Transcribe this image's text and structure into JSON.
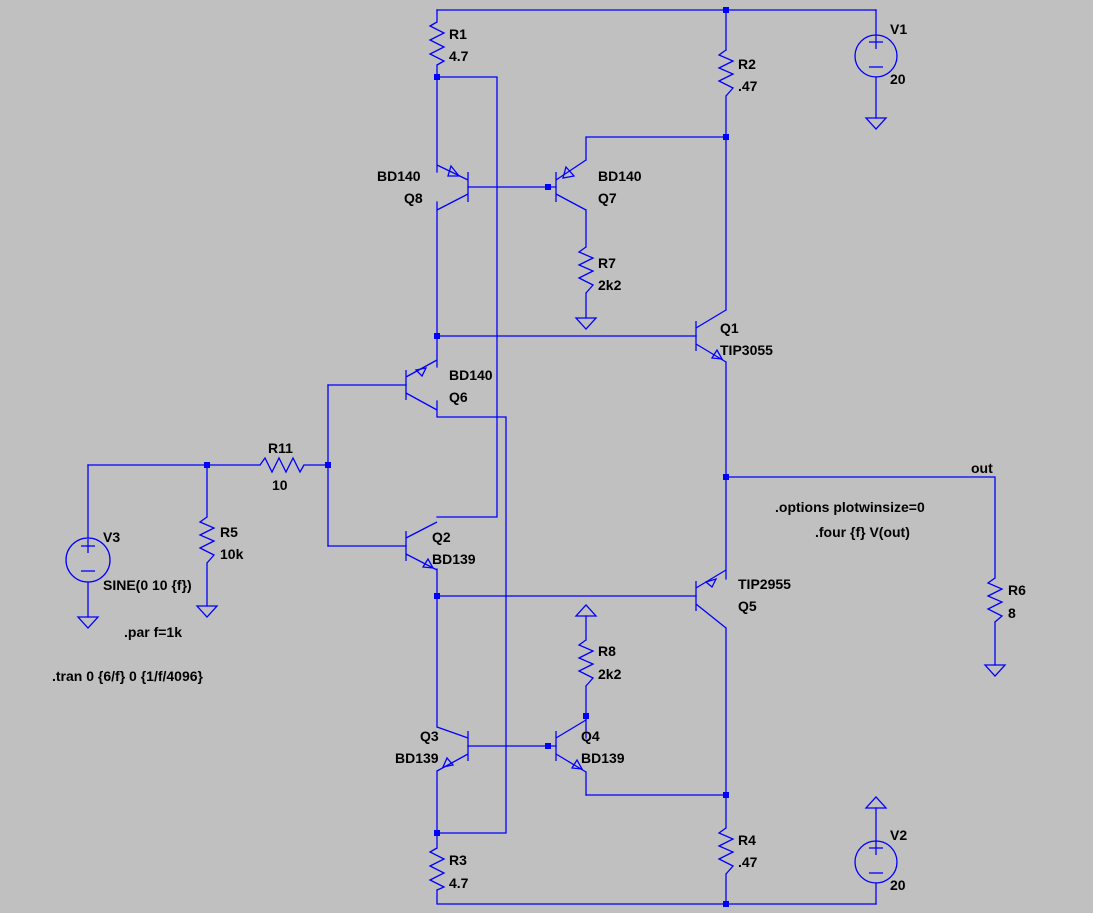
{
  "components": {
    "R1": {
      "ref": "R1",
      "value": "4.7"
    },
    "R2": {
      "ref": "R2",
      "value": ".47"
    },
    "R3": {
      "ref": "R3",
      "value": "4.7"
    },
    "R4": {
      "ref": "R4",
      "value": ".47"
    },
    "R5": {
      "ref": "R5",
      "value": "10k"
    },
    "R6": {
      "ref": "R6",
      "value": "8"
    },
    "R7": {
      "ref": "R7",
      "value": "2k2"
    },
    "R8": {
      "ref": "R8",
      "value": "2k2"
    },
    "R11": {
      "ref": "R11",
      "value": "10"
    },
    "V1": {
      "ref": "V1",
      "value": "20"
    },
    "V2": {
      "ref": "V2",
      "value": "20"
    },
    "V3": {
      "ref": "V3",
      "value": "SINE(0 10 {f})"
    },
    "Q1": {
      "ref": "Q1",
      "model": "TIP3055"
    },
    "Q2": {
      "ref": "Q2",
      "model": "BD139"
    },
    "Q3": {
      "ref": "Q3",
      "model": "BD139"
    },
    "Q4": {
      "ref": "Q4",
      "model": "BD139"
    },
    "Q5": {
      "ref": "Q5",
      "model": "TIP2955"
    },
    "Q6": {
      "ref": "Q6",
      "model": "BD140"
    },
    "Q7": {
      "ref": "Q7",
      "model": "BD140"
    },
    "Q8": {
      "ref": "Q8",
      "model": "BD140"
    }
  },
  "net_labels": {
    "out": "out"
  },
  "directives": {
    "param": ".par f=1k",
    "tran": ".tran 0 {6/f} 0 {1/f/4096}",
    "options": ".options plotwinsize=0",
    "four": ".four {f} V(out)"
  },
  "colors": {
    "background": "#c0c0c0",
    "wire": "#0000ff",
    "text": "#000000"
  }
}
